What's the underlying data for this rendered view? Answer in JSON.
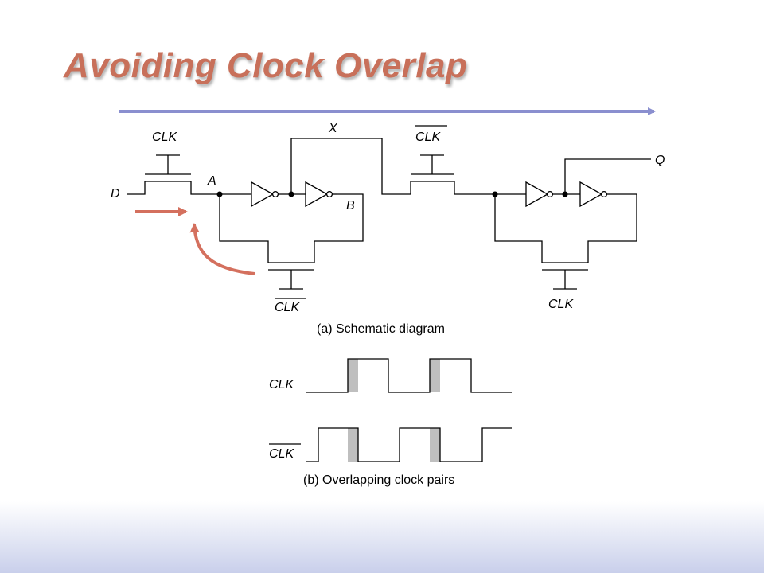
{
  "slide": {
    "title": "Avoiding Clock Overlap"
  },
  "schematic": {
    "labels": {
      "d": "D",
      "a": "A",
      "x": "X",
      "b": "B",
      "q": "Q",
      "clk_top_left": "CLK",
      "clkb_top_mid": "CLK",
      "clkb_bottom_left": "CLK",
      "clk_bottom_right": "CLK"
    },
    "caption": "(a) Schematic diagram"
  },
  "timing": {
    "clk_label": "CLK",
    "clkb_label": "CLK",
    "caption": "(b) Overlapping clock pairs"
  },
  "colors": {
    "title": "#c8705a",
    "accent_arrow": "#d4705e",
    "title_rule": "#8a8fcf",
    "overlap_shade": "#bfbfbf"
  }
}
